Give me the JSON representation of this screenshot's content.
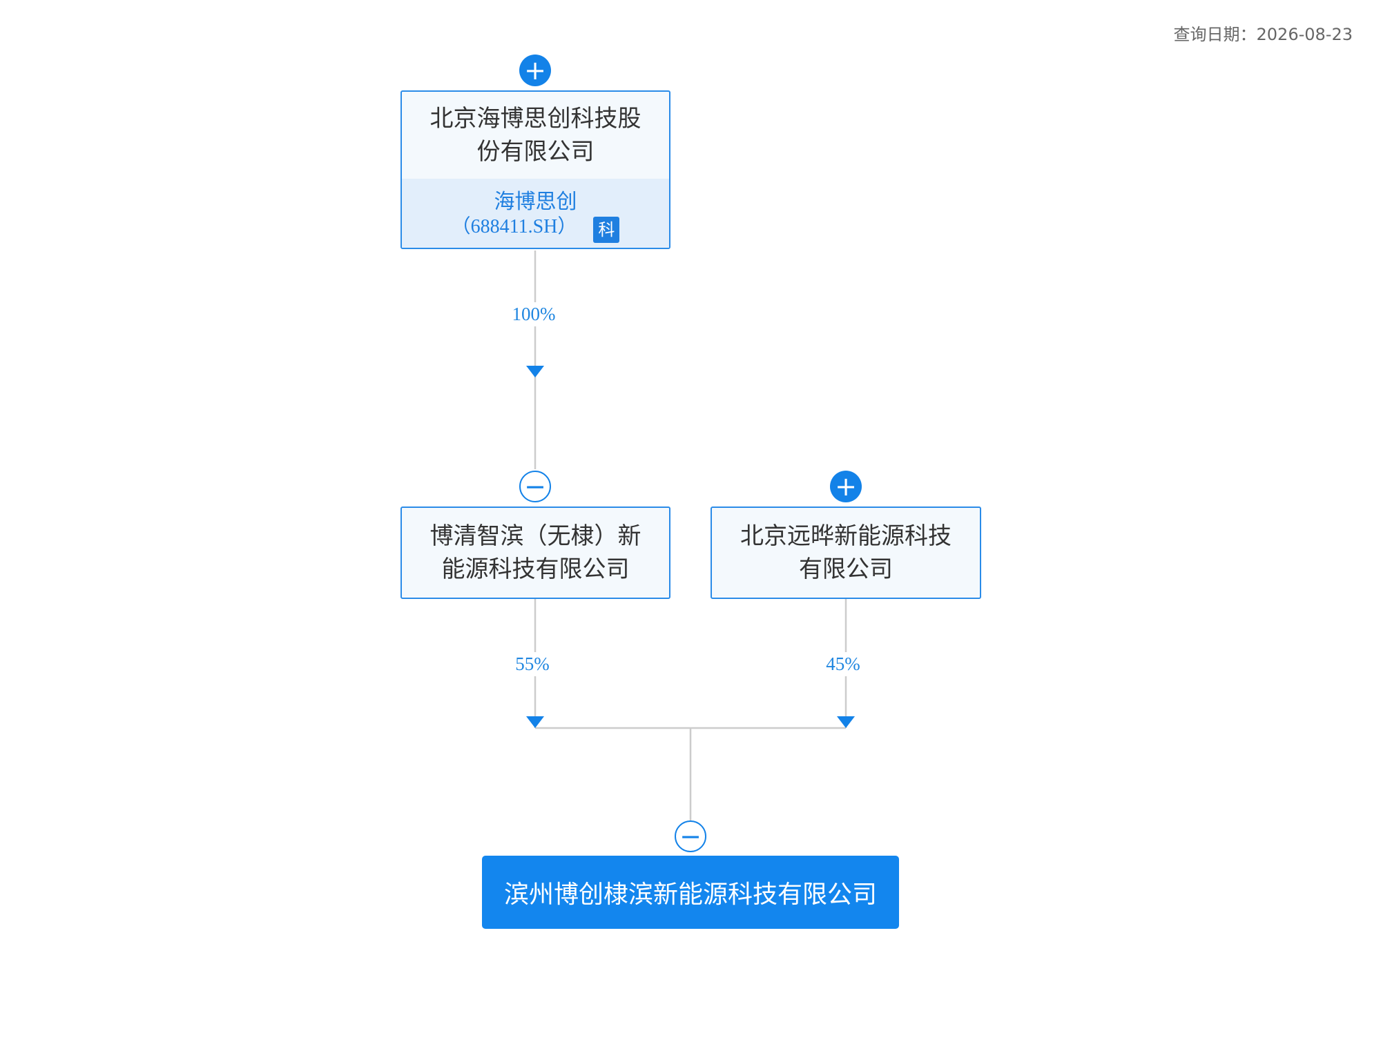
{
  "header": {
    "query_date": "查询日期：2026-08-23"
  },
  "nodes": {
    "parent": {
      "name": "北京海博思创科技股份有限公司",
      "short_name": "海博思创",
      "stock_code": "（688411.SH）",
      "board_badge": "科",
      "toggle": "+"
    },
    "holding": {
      "name": "博清智滨（无棣）新能源科技有限公司",
      "toggle": "−"
    },
    "partner": {
      "name": "北京远晔新能源科技有限公司",
      "toggle": "+"
    },
    "target": {
      "name": "滨州博创棣滨新能源科技有限公司",
      "toggle": "−"
    }
  },
  "edges": {
    "parent_to_holding": "100%",
    "holding_to_target": "55%",
    "partner_to_target": "45%"
  },
  "colors": {
    "accent": "#1386ee",
    "node_border": "#2a8be8",
    "node_bg": "#f4f9fd",
    "ticker_bg": "#e2eefb",
    "connector": "#cccccc"
  }
}
